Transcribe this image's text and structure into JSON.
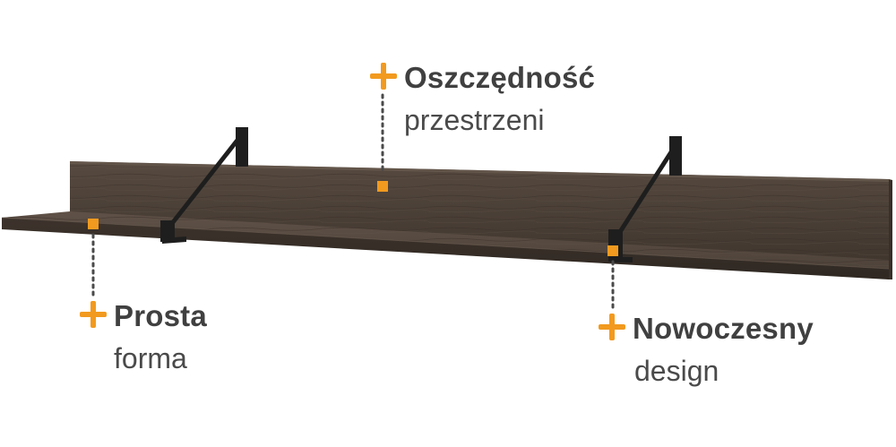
{
  "accent_color": "#f29a1f",
  "shelf_color": "#4a4038",
  "bracket_color": "#1e1e1e",
  "callouts": {
    "top": {
      "title": "Oszczędność",
      "subtitle": "przestrzeni"
    },
    "left": {
      "title": "Prosta",
      "subtitle": "forma"
    },
    "right": {
      "title": "Nowoczesny",
      "subtitle": "design"
    }
  }
}
